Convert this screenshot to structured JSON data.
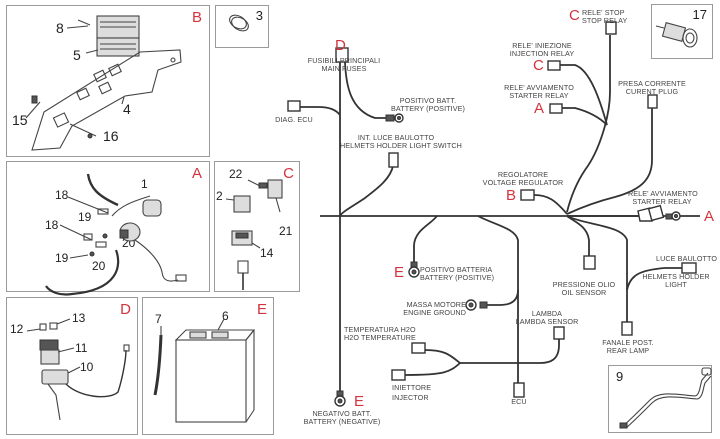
{
  "panels": {
    "B": {
      "letter": "B",
      "parts": [
        "8",
        "5",
        "4",
        "15",
        "16"
      ]
    },
    "clamp": {
      "number": "3"
    },
    "A": {
      "letter": "A",
      "parts": [
        "1",
        "18",
        "19",
        "20",
        "18",
        "19",
        "20"
      ]
    },
    "C": {
      "letter": "C",
      "parts": [
        "22",
        "2",
        "21",
        "14"
      ]
    },
    "D": {
      "letter": "D",
      "parts": [
        "12",
        "13",
        "11",
        "10"
      ]
    },
    "E": {
      "letter": "E",
      "parts": [
        "7",
        "6"
      ]
    },
    "plug": {
      "number": "17"
    },
    "lamp_cable": {
      "number": "9"
    }
  },
  "harness": {
    "main_fuses": {
      "letter": "D",
      "line1": "FUSIBILI PRINCIPALI",
      "line2": "MAIN FUSES"
    },
    "diag_ecu": {
      "line1": "DIAG. ECU"
    },
    "positive_batt": {
      "line1": "POSITIVO BATT.",
      "line2": "BATTERY (POSITIVE)"
    },
    "helmet_switch": {
      "line1": "INT. LUCE BAULOTTO",
      "line2": "HELMETS HOLDER LIGHT SWITCH"
    },
    "stop_relay": {
      "letter": "C",
      "line1": "RELE' STOP",
      "line2": "STOP RELAY"
    },
    "injection_relay": {
      "letter": "C",
      "line1": "RELE' INIEZIONE",
      "line2": "INJECTION RELAY"
    },
    "starter_relay_top": {
      "letter": "A",
      "line1": "RELE' AVVIAMENTO",
      "line2": "STARTER RELAY"
    },
    "current_plug": {
      "line1": "PRESA CORRENTE",
      "line2": "CURENT PLUG"
    },
    "voltage_regulator": {
      "letter": "B",
      "line1": "REGOLATORE",
      "line2": "VOLTAGE REGULATOR"
    },
    "starter_relay_right": {
      "letter": "A",
      "line1": "RELE' AVVIAMENTO",
      "line2": "STARTER RELAY"
    },
    "positive_battery": {
      "letter": "E",
      "line1": "POSITIVO BATTERIA",
      "line2": "BATTERY (POSITIVE)"
    },
    "engine_ground": {
      "line1": "MASSA MOTORE",
      "line2": "ENGINE GROUND"
    },
    "oil_sensor": {
      "line1": "PRESSIONE OLIO",
      "line2": "OIL SENSOR"
    },
    "helmet_light": {
      "line1": "LUCE BAULOTTO",
      "line2": "HELMETS HOLDER",
      "line3": "LIGHT"
    },
    "lambda": {
      "line1": "LAMBDA",
      "line2": "LAMBDA SENSOR"
    },
    "h2o_temp": {
      "line1": "TEMPERATURA H2O",
      "line2": "H2O TEMPERATURE"
    },
    "injector": {
      "line1": "INIETTORE",
      "line2": "INJECTOR"
    },
    "ecu": {
      "line1": "ECU"
    },
    "rear_lamp": {
      "line1": "FANALE POST.",
      "line2": "REAR LAMP"
    },
    "negative_batt": {
      "letter": "E",
      "line1": "NEGATIVO BATT.",
      "line2": "BATTERY (NEGATIVE)"
    }
  }
}
